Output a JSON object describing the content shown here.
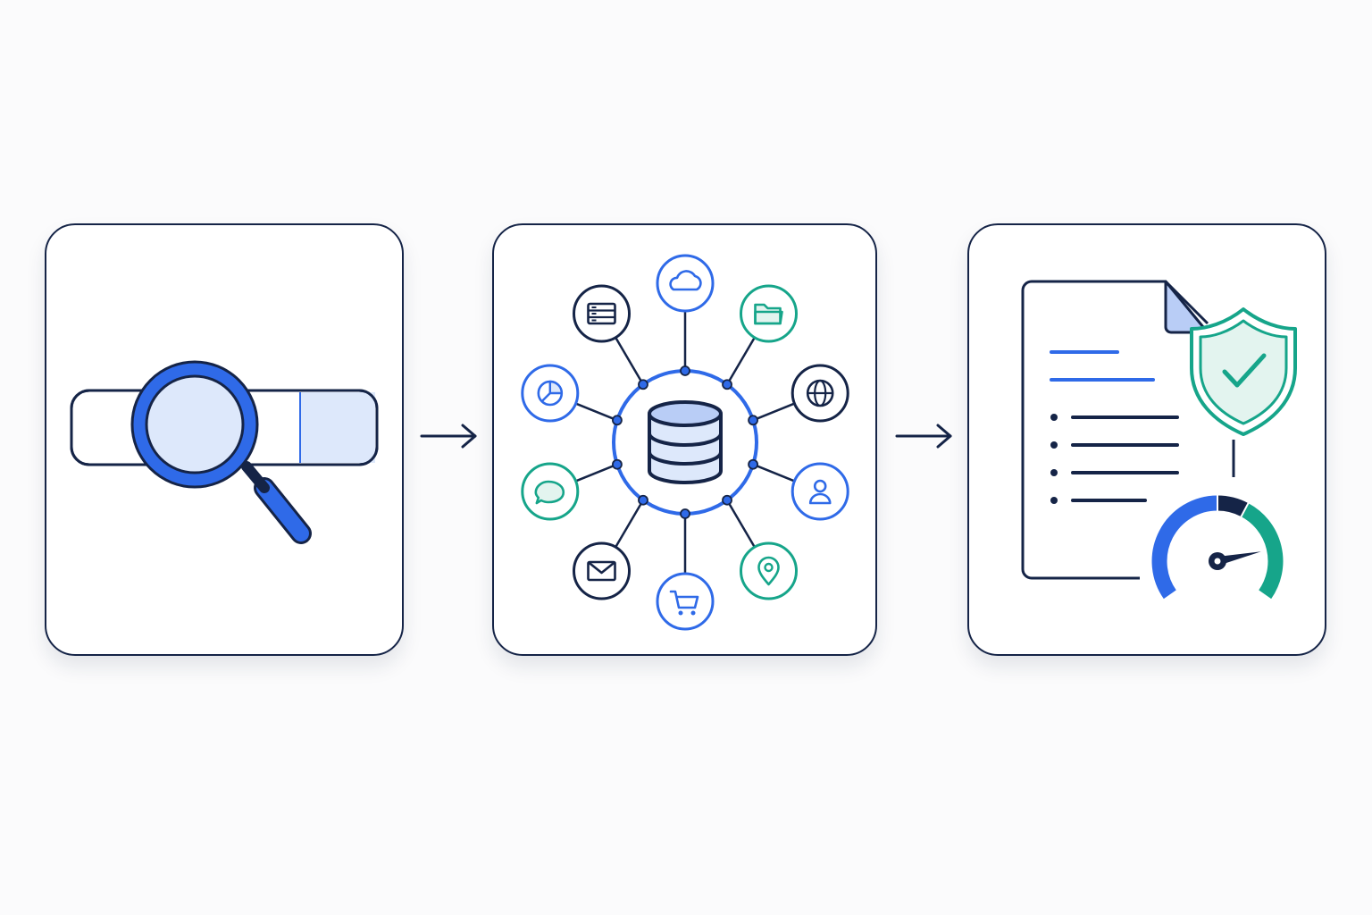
{
  "colors": {
    "navy": "#152447",
    "blue": "#2f6ae8",
    "light_blue": "#dde8fb",
    "mid_blue": "#b9cdf6",
    "green": "#16a58a",
    "light_green": "#e3f4ef",
    "background": "#fbfbfc"
  },
  "diagram": {
    "steps": [
      {
        "name": "search",
        "icon": "magnifier-over-search-bar-icon"
      },
      {
        "name": "data-hub",
        "icon": "database-hub-icon"
      },
      {
        "name": "report",
        "icon": "document-shield-gauge-icon"
      }
    ],
    "connectors": [
      "arrow-right-icon",
      "arrow-right-icon"
    ],
    "hub_spokes": [
      {
        "icon": "cloud-icon",
        "color": "blue"
      },
      {
        "icon": "folder-icon",
        "color": "green"
      },
      {
        "icon": "globe-icon",
        "color": "navy"
      },
      {
        "icon": "user-icon",
        "color": "blue"
      },
      {
        "icon": "location-pin-icon",
        "color": "green"
      },
      {
        "icon": "shopping-cart-icon",
        "color": "blue"
      },
      {
        "icon": "mail-icon",
        "color": "navy"
      },
      {
        "icon": "chat-bubble-icon",
        "color": "green"
      },
      {
        "icon": "pie-chart-icon",
        "color": "blue"
      },
      {
        "icon": "server-icon",
        "color": "navy"
      }
    ],
    "report_lines": 4,
    "gauge_level": 0.85
  }
}
